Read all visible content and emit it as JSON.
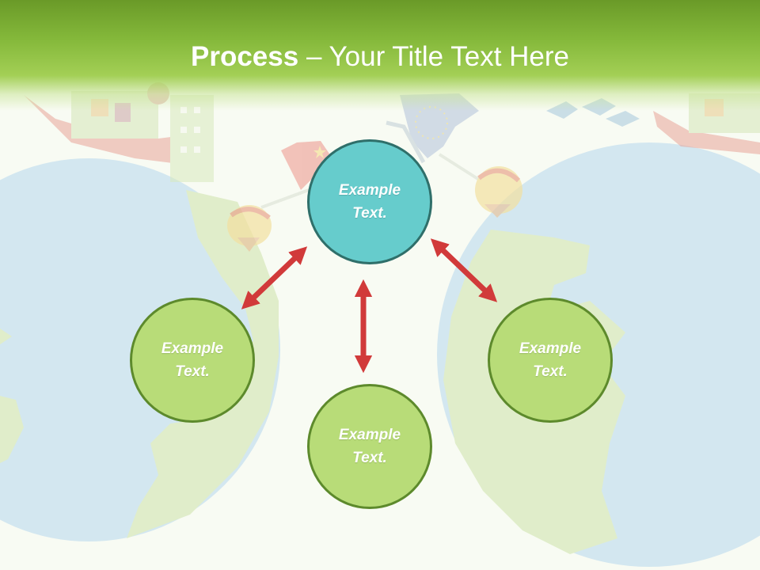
{
  "slide": {
    "title_bold": "Process",
    "title_rest": " – Your Title Text Here"
  },
  "nodes": {
    "top": {
      "text": "Example\nText.",
      "fill": "#66cccc",
      "stroke": "#2f6f6a"
    },
    "left": {
      "text": "Example\nText.",
      "fill": "#b8dc78",
      "stroke": "#5d8a2c"
    },
    "right": {
      "text": "Example\nText.",
      "fill": "#b8dc78",
      "stroke": "#5d8a2c"
    },
    "bottom": {
      "text": "Example\nText.",
      "fill": "#b8dc78",
      "stroke": "#5d8a2c"
    }
  },
  "colors": {
    "arrow": "#d13a3a",
    "globe_water": "#d3e7f0",
    "globe_land": "#e0edca",
    "header_dark": "#6a9a28",
    "header_light": "#a3cf55"
  },
  "decor": [
    "globe-left",
    "globe-right",
    "ship-left",
    "ship-right",
    "flag-red",
    "flag-blue",
    "balloon-left",
    "balloon-right",
    "birds"
  ]
}
